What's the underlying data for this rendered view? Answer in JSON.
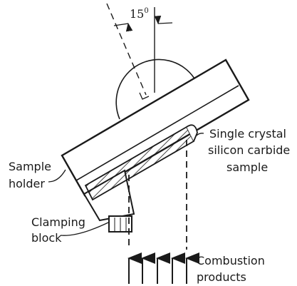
{
  "angle": {
    "value": "15",
    "unit": "0"
  },
  "labels": {
    "crystal": [
      "Single crystal",
      "silicon carbide",
      "sample"
    ],
    "holder": [
      "Sample",
      "holder"
    ],
    "block": [
      "Clamping",
      "block"
    ],
    "flow": [
      "Combustion",
      "products"
    ]
  },
  "colors": {
    "ink": "#1a1a1a",
    "background": "#ffffff"
  }
}
